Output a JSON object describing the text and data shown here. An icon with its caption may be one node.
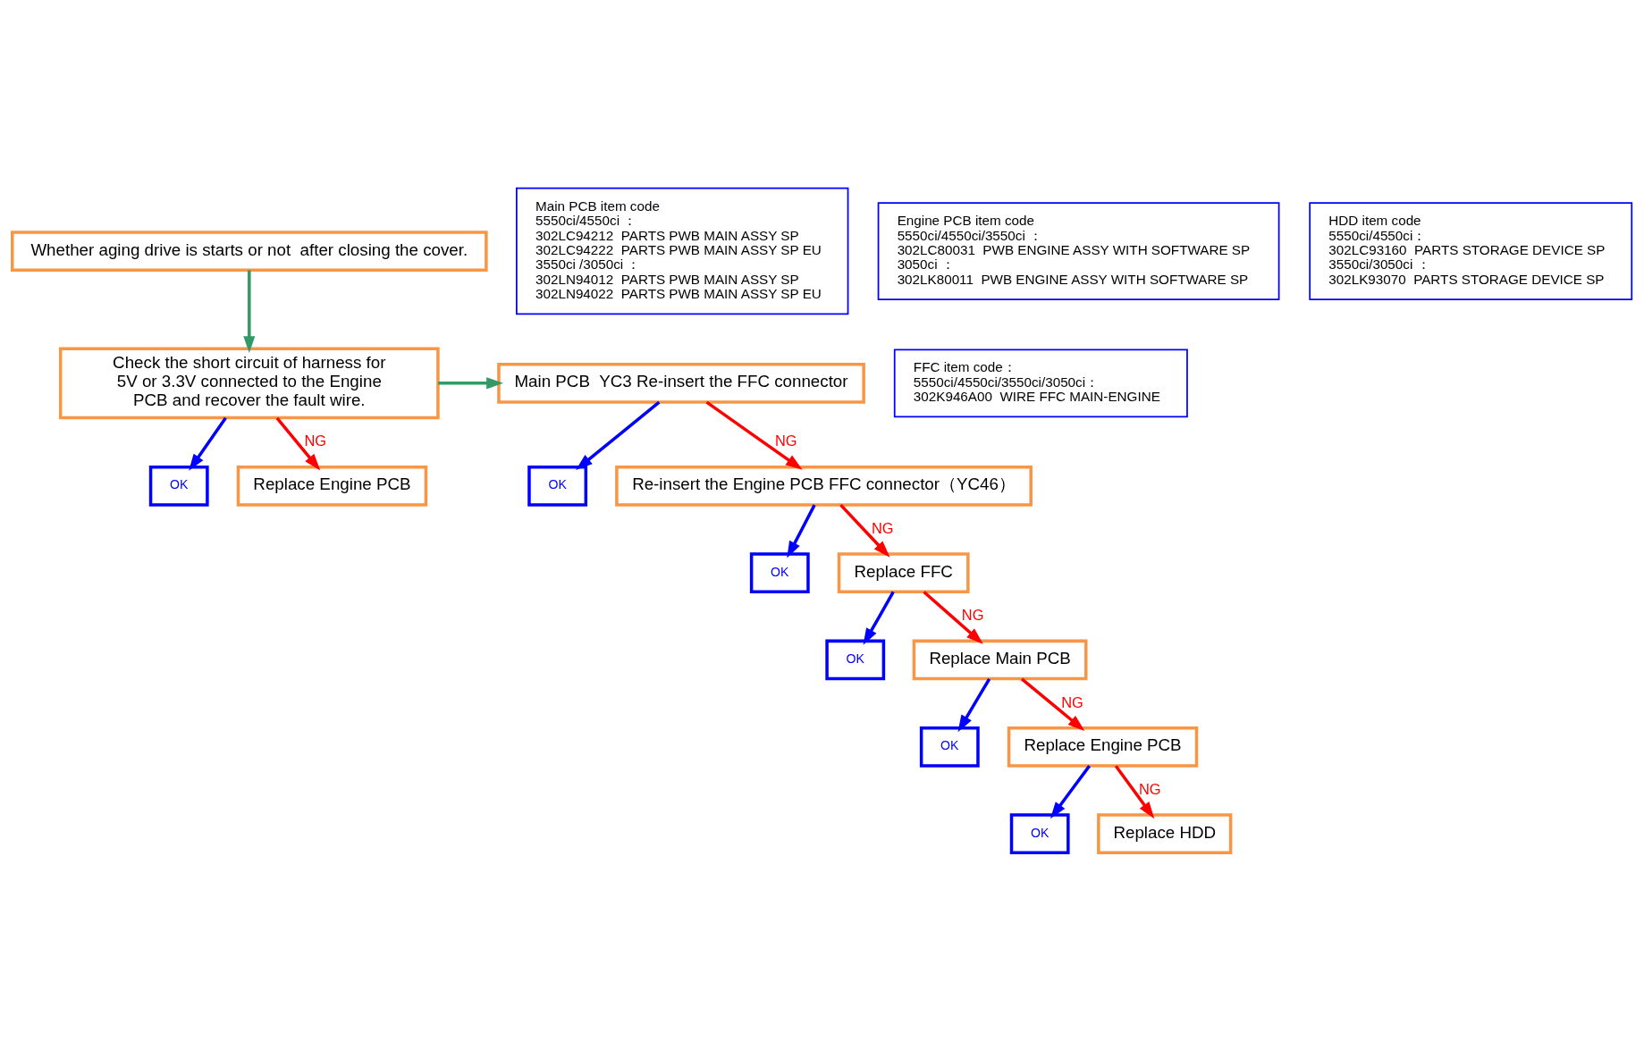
{
  "diagram": {
    "nodes": [
      {
        "text": [
          "Whether aging drive is starts or not  after closing the cover."
        ]
      },
      {
        "text": [
          "Check the short circuit of harness for 5V or 3.3V connected to the Engine PCB and recover the fault wire."
        ]
      },
      {
        "text": [
          "Main PCB  YC3 Re-insert the FFC connector"
        ]
      },
      {
        "text": [
          "OK"
        ]
      },
      {
        "text": [
          "Replace Engine PCB"
        ]
      },
      {
        "text": [
          "OK"
        ]
      },
      {
        "text": [
          "Re-insert the Engine PCB FFC connector（YC46）"
        ]
      },
      {
        "text": [
          "OK"
        ]
      },
      {
        "text": [
          "Replace FFC"
        ]
      },
      {
        "text": [
          "OK"
        ]
      },
      {
        "text": [
          "Replace Main PCB"
        ]
      },
      {
        "text": [
          "OK"
        ]
      },
      {
        "text": [
          "Replace Engine PCB"
        ]
      },
      {
        "text": [
          "OK"
        ]
      },
      {
        "text": [
          "Replace HDD"
        ]
      },
      {
        "text": [
          "FFC item code：",
          "5550ci/4550ci/3550ci/3050ci：",
          "302K946A00  WIRE FFC MAIN-ENGINE"
        ]
      },
      {
        "text": [
          "Main PCB item code",
          "5550ci/4550ci ：",
          "302LC94212  PARTS PWB MAIN ASSY SP",
          "302LC94222  PARTS PWB MAIN ASSY SP EU",
          "3550ci /3050ci ：",
          "302LN94012  PARTS PWB MAIN ASSY SP",
          "302LN94022  PARTS PWB MAIN ASSY SP EU"
        ]
      },
      {
        "text": [
          "Engine PCB item code",
          "5550ci/4550ci/3550ci ：",
          "302LC80031  PWB ENGINE ASSY WITH SOFTWARE SP",
          "3050ci ：",
          "302LK80011  PWB ENGINE ASSY WITH SOFTWARE SP"
        ]
      },
      {
        "text": [
          "HDD item code",
          "5550ci/4550ci：",
          "302LC93160  PARTS STORAGE DEVICE SP",
          "3550ci/3050ci ：",
          "302LK93070  PARTS STORAGE DEVICE SP"
        ]
      }
    ],
    "edges": [
      {
        "from": 0,
        "to": 1,
        "arrow": "to",
        "color": "#339966"
      },
      {
        "from": 1,
        "to": 2,
        "arrow": "to",
        "color": "#339966"
      },
      {
        "from": 1,
        "to": 3,
        "arrow": "to",
        "color": "#0000ff"
      },
      {
        "from": 1,
        "to": 4,
        "arrow": "to",
        "label": "NG",
        "color": "#ff0000"
      },
      {
        "from": 2,
        "to": 5,
        "arrow": "to",
        "color": "#0000ff"
      },
      {
        "from": 2,
        "to": 6,
        "arrow": "to",
        "label": "NG",
        "color": "#ff0000"
      },
      {
        "from": 6,
        "to": 7,
        "arrow": "to",
        "color": "#0000ff"
      },
      {
        "from": 6,
        "to": 8,
        "arrow": "to",
        "label": "NG",
        "color": "#ff0000"
      },
      {
        "from": 8,
        "to": 9,
        "arrow": "to",
        "color": "#0000ff"
      },
      {
        "from": 8,
        "to": 10,
        "arrow": "to",
        "label": "NG",
        "color": "#ff0000"
      },
      {
        "from": 10,
        "to": 11,
        "arrow": "to",
        "color": "#0000ff"
      },
      {
        "from": 10,
        "to": 12,
        "arrow": "to",
        "label": "NG",
        "color": "#ff0000"
      },
      {
        "from": 12,
        "to": 13,
        "arrow": "to",
        "color": "#0000ff"
      },
      {
        "from": 12,
        "to": 14,
        "arrow": "to",
        "label": "NG",
        "color": "#ff0000"
      }
    ]
  }
}
